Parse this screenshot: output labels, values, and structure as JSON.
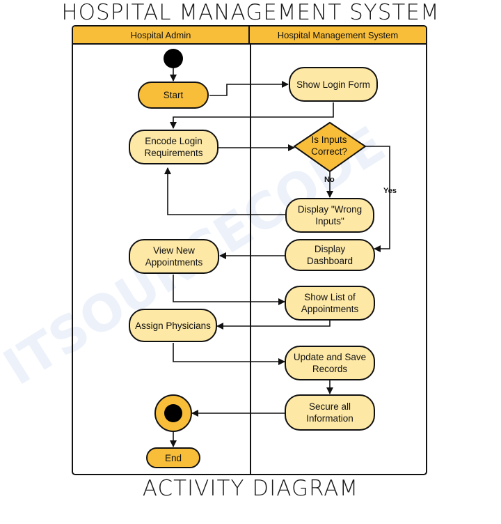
{
  "title": "HOSPITAL MANAGEMENT SYSTEM",
  "footer": "ACTIVITY DIAGRAM",
  "colors": {
    "accent": "#f8be3a",
    "node_fill": "#fde8a6",
    "stroke": "#111111"
  },
  "lanes": {
    "left": "Hospital Admin",
    "right": "Hospital Management System"
  },
  "nodes": {
    "start": "Start",
    "show_login": "Show Login Form",
    "encode_login": "Encode Login Requirements",
    "is_inputs_correct": "Is Inputs Correct?",
    "wrong_inputs": "Display \"Wrong Inputs\"",
    "display_dashboard": "Display Dashboard",
    "view_appointments": "View New Appointments",
    "show_list": "Show List of Appointments",
    "assign_physicians": "Assign Physicians",
    "update_save": "Update and Save Records",
    "secure_info": "Secure all Information",
    "end": "End"
  },
  "edge_labels": {
    "no": "No",
    "yes": "Yes"
  },
  "watermark": "ITSOURCECODE"
}
